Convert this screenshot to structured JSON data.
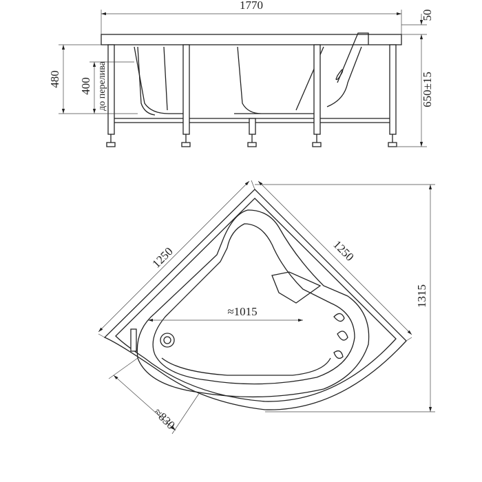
{
  "side_view": {
    "length": "1770",
    "rim_height": "50",
    "total_height": "480",
    "overflow_height": "400",
    "overflow_label": "до перелива",
    "leg_height": "650±15"
  },
  "plan_view": {
    "left_side": "1250",
    "right_side": "1250",
    "inner_length": "≈1015",
    "depth": "1315",
    "inner_width": "≈830"
  }
}
